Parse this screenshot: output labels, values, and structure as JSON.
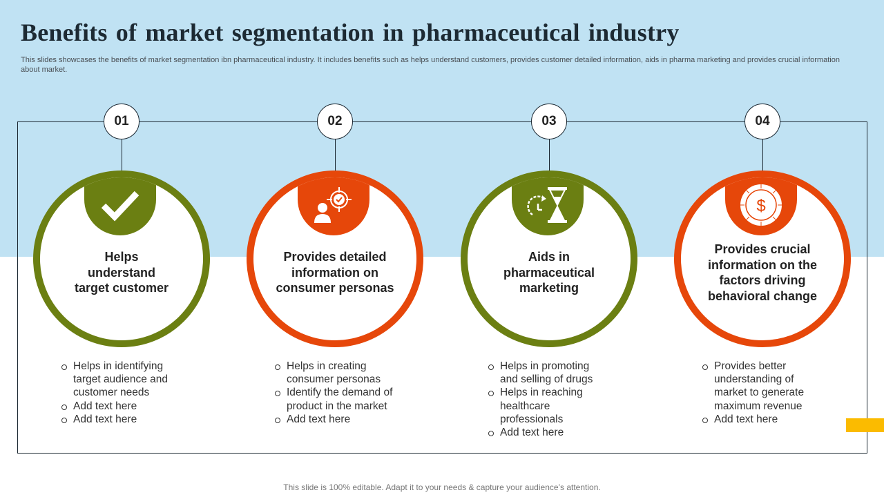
{
  "slide": {
    "title": "Benefits of market segmentation in pharmaceutical industry",
    "subtitle": "This slides showcases the benefits of market segmentation ibn pharmaceutical industry. It includes benefits such as helps understand customers, provides customer detailed information, aids in pharma marketing and provides crucial information about market.",
    "footer": "This slide is 100% editable. Adapt it to your needs & capture your audience’s attention."
  },
  "colors": {
    "background_band": "#c0e2f3",
    "green": "#6b7f12",
    "orange": "#e6470a",
    "accent_yellow": "#fbbb00",
    "frame_line": "#1a2630"
  },
  "steps": [
    {
      "number": "01",
      "color": "green",
      "icon": "checkmark-icon",
      "heading": "Helps understand target customer",
      "bullets": [
        "Helps in identifying target audience and customer needs",
        "Add text here",
        "Add text here"
      ]
    },
    {
      "number": "02",
      "color": "orange",
      "icon": "target-person-icon",
      "heading": "Provides detailed information on consumer personas",
      "bullets": [
        "Helps in creating consumer personas",
        "Identify the demand of product in the market",
        "Add text here"
      ]
    },
    {
      "number": "03",
      "color": "green",
      "icon": "hourglass-clock-icon",
      "heading": "Aids in pharmaceutical marketing",
      "bullets": [
        "Helps in promoting and selling of drugs",
        "Helps in reaching healthcare professionals",
        "Add text here"
      ]
    },
    {
      "number": "04",
      "color": "orange",
      "icon": "dollar-coin-icon",
      "heading": "Provides crucial information on the factors driving behavioral change",
      "bullets": [
        "Provides better understanding of market to generate maximum revenue",
        "Add text here"
      ]
    }
  ]
}
